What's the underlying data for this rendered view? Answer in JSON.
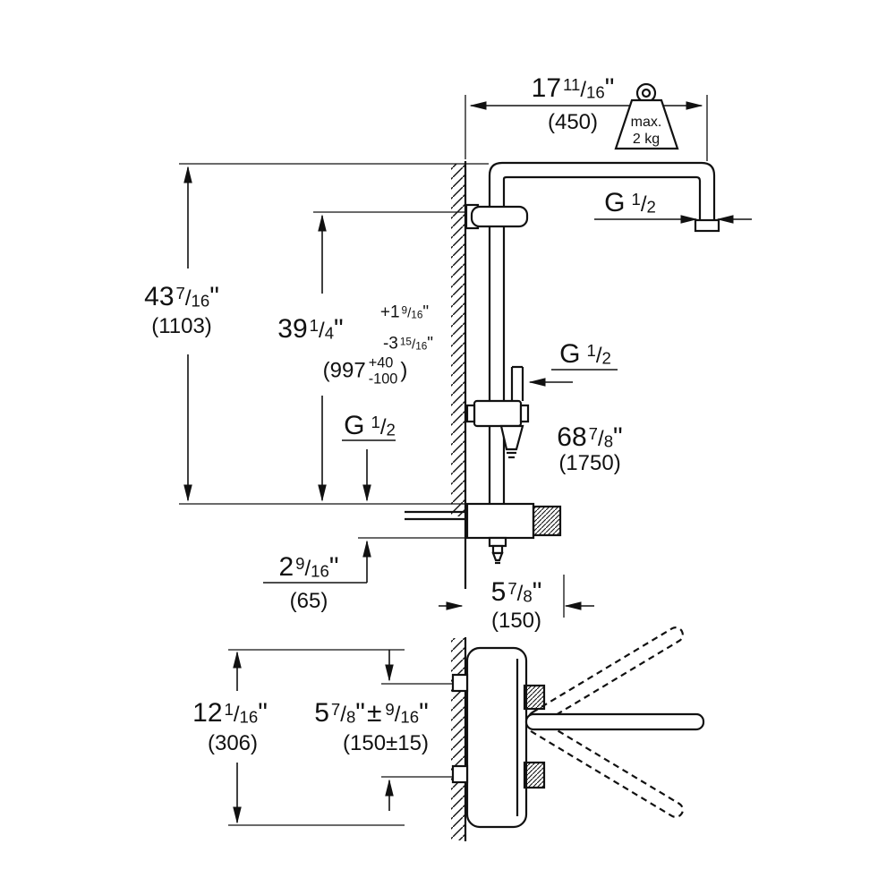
{
  "drawing": {
    "dims": {
      "arm_reach": {
        "whole": "17",
        "num": "11",
        "den": "16",
        "unit": "\"",
        "metric": "(450)"
      },
      "overall_height": {
        "whole": "43",
        "num": "7",
        "den": "16",
        "unit": "\"",
        "metric": "(1103)"
      },
      "rail_height": {
        "whole": "39",
        "num": "1",
        "den": "4",
        "unit": "\"",
        "tol_plus": {
          "whole": "+1",
          "num": "9",
          "den": "16",
          "unit": "\""
        },
        "tol_minus": {
          "whole": "-3",
          "num": "15",
          "den": "16",
          "unit": "\""
        },
        "metric_open": "(997",
        "metric_plus": "+40",
        "metric_minus": "-100",
        "metric_close": ")"
      },
      "hand_shower_height": {
        "whole": "68",
        "num": "7",
        "den": "8",
        "unit": "\"",
        "metric": "(1750)"
      },
      "outlet_offset": {
        "whole": "2",
        "num": "9",
        "den": "16",
        "unit": "\"",
        "metric": "(65)"
      },
      "body_depth": {
        "whole": "5",
        "num": "7",
        "den": "8",
        "unit": "\"",
        "metric": "(150)"
      },
      "trim_height": {
        "whole": "12",
        "num": "1",
        "den": "16",
        "unit": "\"",
        "metric": "(306)"
      },
      "connection_spacing": {
        "whole": "5",
        "num": "7",
        "den": "8",
        "unit": "\"",
        "pm": "±",
        "num2": "9",
        "den2": "16",
        "unit2": "\"",
        "metric": "(150±15)"
      }
    },
    "threads": {
      "top": {
        "g": "G",
        "num": "1",
        "den": "2"
      },
      "mid": {
        "g": "G",
        "num": "1",
        "den": "2"
      },
      "low": {
        "g": "G",
        "num": "1",
        "den": "2"
      }
    },
    "load_limit": {
      "line1": "max.",
      "line2": "2 kg"
    }
  },
  "glyphs": {
    "slash": "/"
  }
}
